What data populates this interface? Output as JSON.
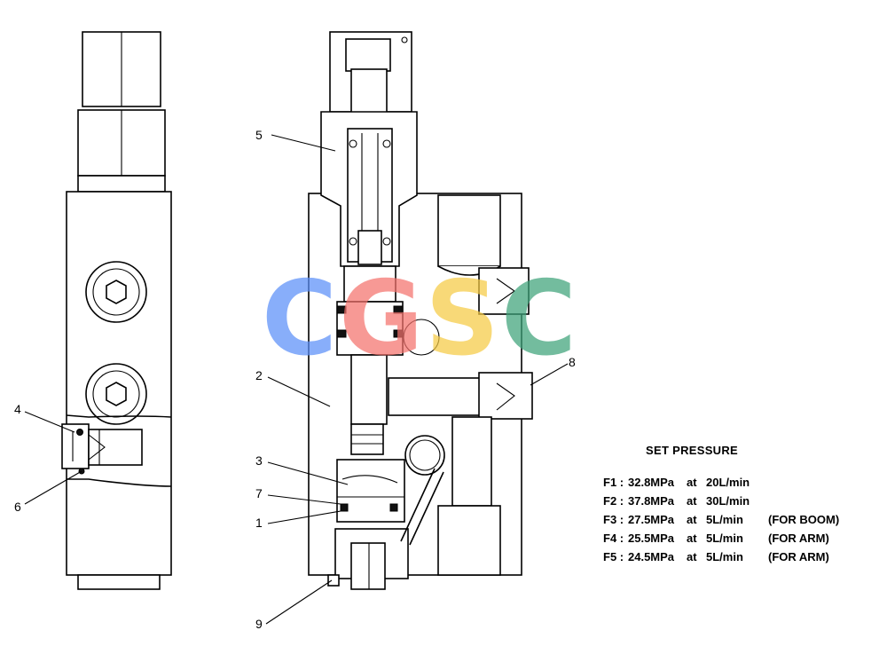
{
  "callouts": {
    "c1": "1",
    "c2": "2",
    "c3": "3",
    "c4": "4",
    "c5": "5",
    "c6": "6",
    "c7": "7",
    "c8": "8",
    "c9": "9"
  },
  "set_pressure": {
    "title": "SET PRESSURE",
    "rows": [
      {
        "label": "F1 :",
        "pressure": "32.8MPa",
        "at": "at",
        "flow": "20L/min",
        "note": ""
      },
      {
        "label": "F2 :",
        "pressure": "37.8MPa",
        "at": "at",
        "flow": "30L/min",
        "note": ""
      },
      {
        "label": "F3 :",
        "pressure": "27.5MPa",
        "at": "at",
        "flow": "5L/min",
        "note": "(FOR BOOM)"
      },
      {
        "label": "F4 :",
        "pressure": "25.5MPa",
        "at": "at",
        "flow": "5L/min",
        "note": "(FOR ARM)"
      },
      {
        "label": "F5 :",
        "pressure": "24.5MPa",
        "at": "at",
        "flow": "5L/min",
        "note": "(FOR ARM)"
      }
    ]
  },
  "watermark": {
    "letters": [
      "C",
      "G",
      "S",
      "C"
    ],
    "colors": [
      "#5b8ff9",
      "#f4726d",
      "#f6cb45",
      "#3ea37a"
    ]
  }
}
